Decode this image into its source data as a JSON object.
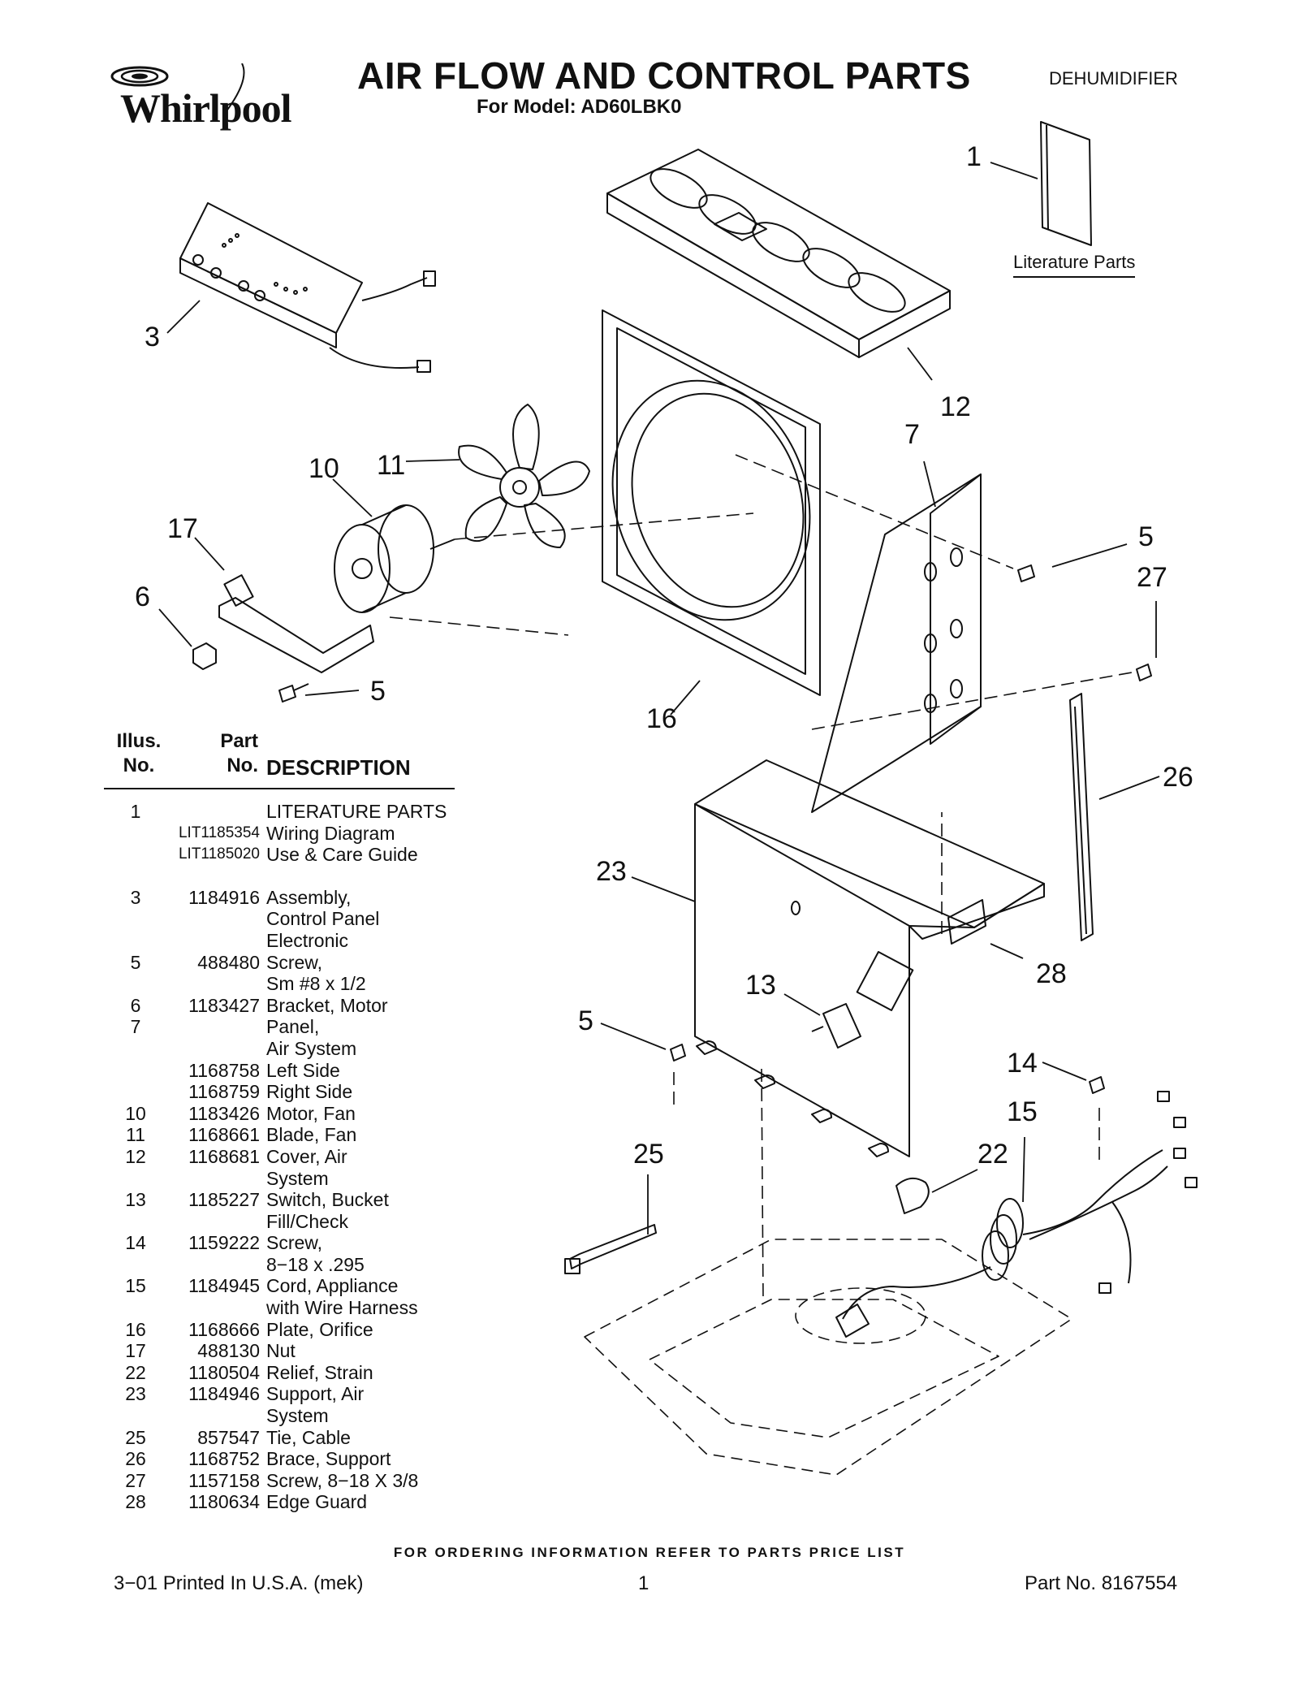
{
  "header": {
    "logo": "Whirlpool",
    "title": "AIR FLOW AND CONTROL PARTS",
    "subtitle": "For Model: AD60LBK0",
    "category": "DEHUMIDIFIER"
  },
  "diagram": {
    "literature_label": "Literature Parts",
    "callouts": [
      "1",
      "3",
      "12",
      "10",
      "11",
      "7",
      "17",
      "5",
      "6",
      "27",
      "5",
      "16",
      "26",
      "23",
      "13",
      "28",
      "5",
      "14",
      "15",
      "25",
      "22"
    ]
  },
  "table": {
    "headers": {
      "illus": "Illus.\nNo.",
      "part": "Part\nNo.",
      "description": "DESCRIPTION"
    },
    "rows": [
      {
        "illus": "1",
        "part": "",
        "desc": "LITERATURE PARTS"
      },
      {
        "illus": "",
        "part": "LIT1185354",
        "desc": "Wiring Diagram",
        "small": true
      },
      {
        "illus": "",
        "part": "LIT1185020",
        "desc": "Use & Care Guide",
        "small": true
      },
      {
        "gap": true
      },
      {
        "illus": "3",
        "part": "1184916",
        "desc": "Assembly,"
      },
      {
        "illus": "",
        "part": "",
        "desc": "Control Panel"
      },
      {
        "illus": "",
        "part": "",
        "desc": "Electronic"
      },
      {
        "illus": "5",
        "part": "488480",
        "desc": "Screw,"
      },
      {
        "illus": "",
        "part": "",
        "desc": "Sm #8 x 1/2"
      },
      {
        "illus": "6",
        "part": "1183427",
        "desc": "Bracket, Motor"
      },
      {
        "illus": "7",
        "part": "",
        "desc": "Panel,"
      },
      {
        "illus": "",
        "part": "",
        "desc": "Air System"
      },
      {
        "illus": "",
        "part": "1168758",
        "desc": "Left Side"
      },
      {
        "illus": "",
        "part": "1168759",
        "desc": "Right Side"
      },
      {
        "illus": "10",
        "part": "1183426",
        "desc": "Motor, Fan"
      },
      {
        "illus": "11",
        "part": "1168661",
        "desc": "Blade, Fan"
      },
      {
        "illus": "12",
        "part": "1168681",
        "desc": "Cover, Air"
      },
      {
        "illus": "",
        "part": "",
        "desc": "System"
      },
      {
        "illus": "13",
        "part": "1185227",
        "desc": "Switch, Bucket"
      },
      {
        "illus": "",
        "part": "",
        "desc": "Fill/Check"
      },
      {
        "illus": "14",
        "part": "1159222",
        "desc": "Screw,"
      },
      {
        "illus": "",
        "part": "",
        "desc": "8−18 x .295"
      },
      {
        "illus": "15",
        "part": "1184945",
        "desc": "Cord, Appliance"
      },
      {
        "illus": "",
        "part": "",
        "desc": "with Wire Harness"
      },
      {
        "illus": "16",
        "part": "1168666",
        "desc": "Plate, Orifice"
      },
      {
        "illus": "17",
        "part": "488130",
        "desc": "Nut"
      },
      {
        "illus": "22",
        "part": "1180504",
        "desc": "Relief, Strain"
      },
      {
        "illus": "23",
        "part": "1184946",
        "desc": "Support, Air"
      },
      {
        "illus": "",
        "part": "",
        "desc": "System"
      },
      {
        "illus": "25",
        "part": "857547",
        "desc": "Tie, Cable"
      },
      {
        "illus": "26",
        "part": "1168752",
        "desc": "Brace, Support"
      },
      {
        "illus": "27",
        "part": "1157158",
        "desc": "Screw, 8−18 X 3/8"
      },
      {
        "illus": "28",
        "part": "1180634",
        "desc": "Edge Guard"
      }
    ]
  },
  "footer": {
    "note": "FOR ORDERING INFORMATION REFER TO PARTS PRICE LIST",
    "left": "3−01 Printed In U.S.A. (mek)",
    "page": "1",
    "part_no": "Part No. 8167554"
  }
}
